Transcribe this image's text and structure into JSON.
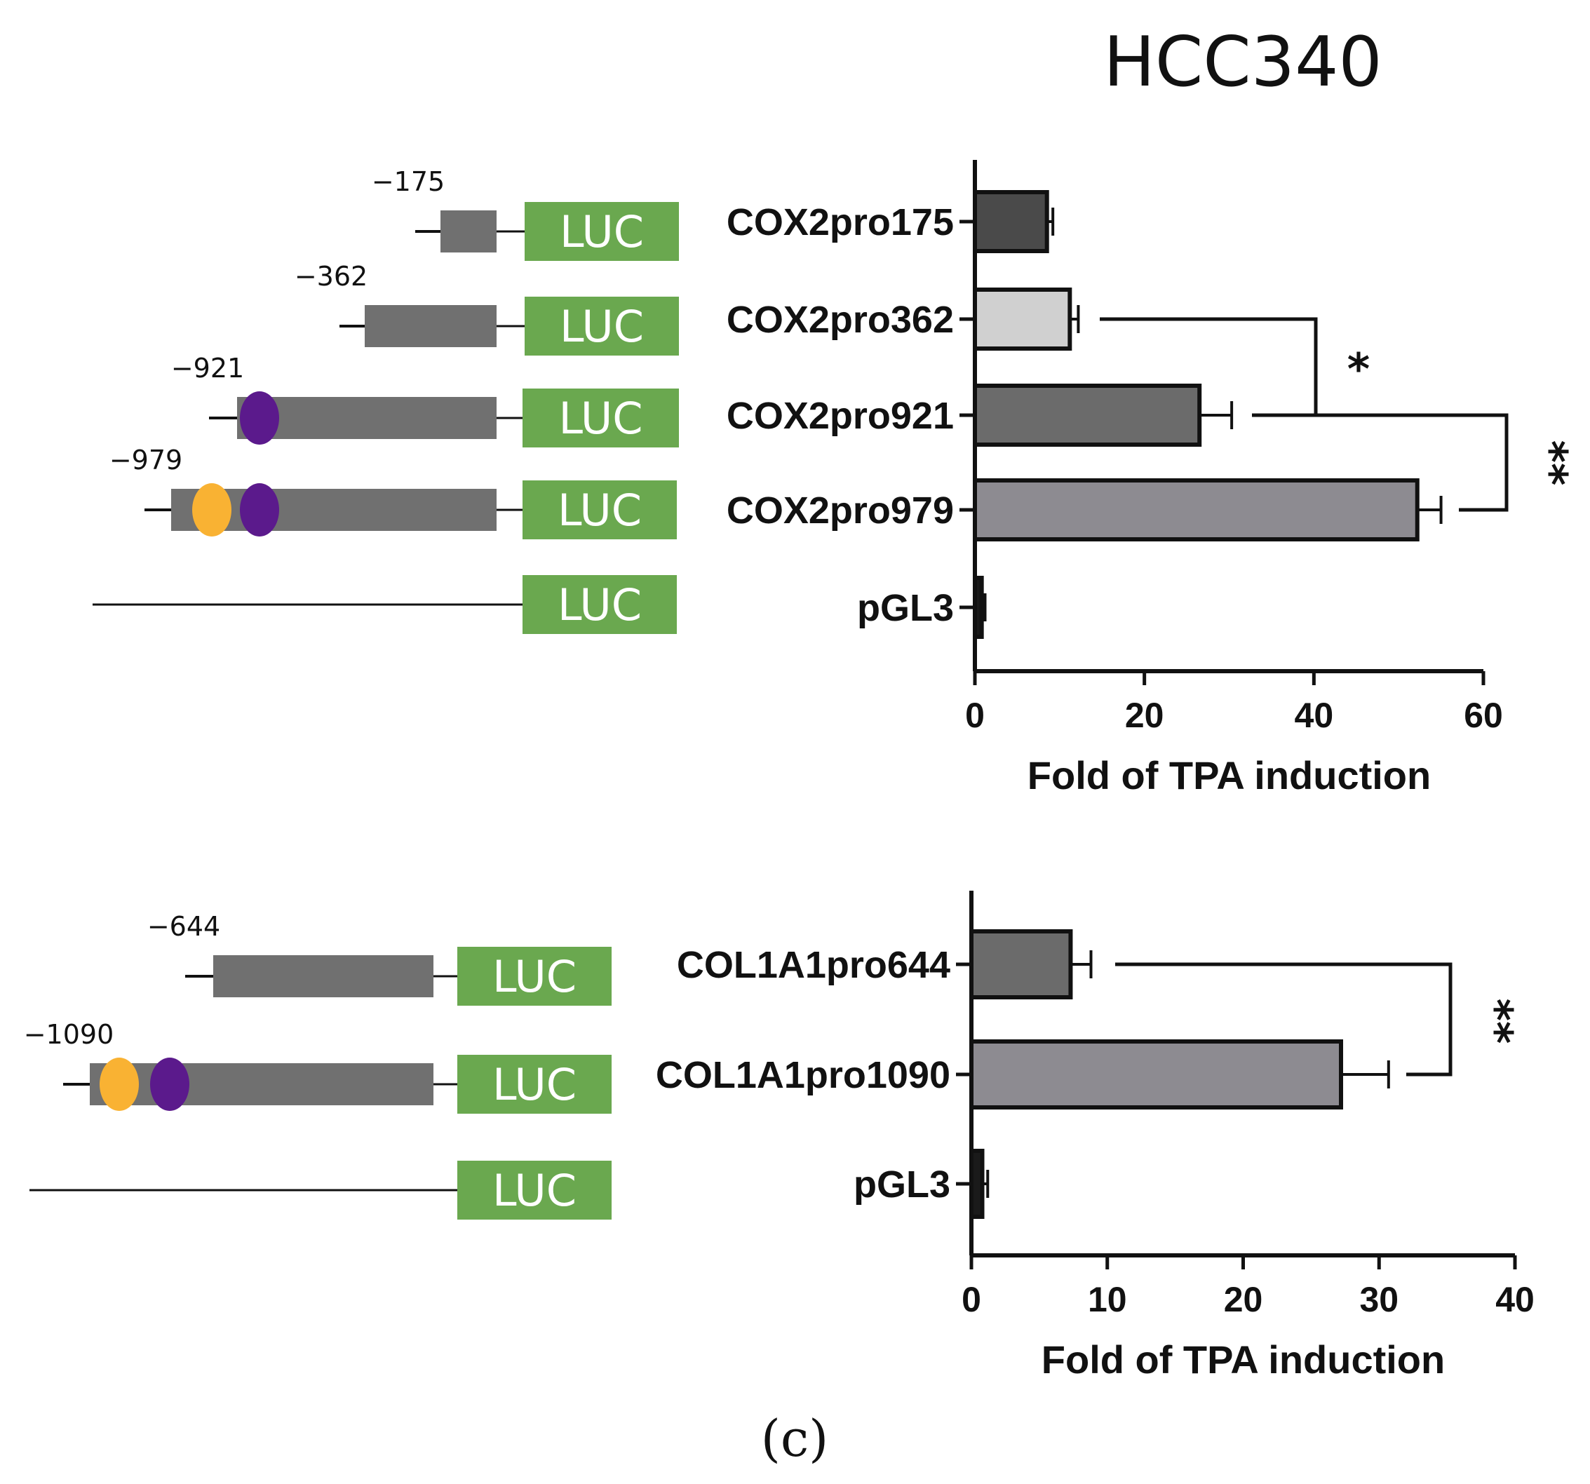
{
  "figure": {
    "title": "HCC340",
    "caption": "(c)",
    "colors": {
      "luc_box": "#6aa84f",
      "promoter_bar": "#707070",
      "site_orange": "#f9b233",
      "site_purple": "#5b1a8c"
    }
  },
  "constructs_top": [
    {
      "position": "−175",
      "box": "LUC",
      "sites": []
    },
    {
      "position": "−362",
      "box": "LUC",
      "sites": []
    },
    {
      "position": "−921",
      "box": "LUC",
      "sites": [
        "purple"
      ]
    },
    {
      "position": "−979",
      "box": "LUC",
      "sites": [
        "orange",
        "purple"
      ]
    },
    {
      "position": "",
      "box": "LUC",
      "sites": []
    }
  ],
  "constructs_bottom": [
    {
      "position": "−644",
      "box": "LUC",
      "sites": []
    },
    {
      "position": "−1090",
      "box": "LUC",
      "sites": [
        "orange",
        "purple"
      ]
    },
    {
      "position": "",
      "box": "LUC",
      "sites": []
    }
  ],
  "chart_data": [
    {
      "type": "bar",
      "orientation": "horizontal",
      "title": "HCC340",
      "categories": [
        "COX2pro175",
        "COX2pro362",
        "COX2pro921",
        "COX2pro979",
        "pGL3"
      ],
      "values": [
        8.5,
        11.2,
        26.5,
        52.2,
        0.8
      ],
      "errors": [
        0.7,
        1.0,
        3.8,
        2.8,
        0.4
      ],
      "bar_colors": [
        "#4a4a4a",
        "#d0d0d0",
        "#6b6b6b",
        "#8d8b91",
        "#1a1a1a"
      ],
      "xlabel": "Fold of TPA induction",
      "xlim": [
        0,
        60
      ],
      "xticks": [
        "0",
        "20",
        "40",
        "60"
      ],
      "significance": [
        {
          "from": "COX2pro362",
          "to": "COX2pro921",
          "label": "*"
        },
        {
          "from": "COX2pro921",
          "to": "COX2pro979",
          "label": "**"
        }
      ]
    },
    {
      "type": "bar",
      "orientation": "horizontal",
      "categories": [
        "COL1A1pro644",
        "COL1A1pro1090",
        "pGL3"
      ],
      "values": [
        7.3,
        27.2,
        0.8
      ],
      "errors": [
        1.5,
        3.5,
        0.4
      ],
      "bar_colors": [
        "#6b6b6b",
        "#8d8b91",
        "#1a1a1a"
      ],
      "xlabel": "Fold of TPA induction",
      "xlim": [
        0,
        40
      ],
      "xticks": [
        "0",
        "10",
        "20",
        "30",
        "40"
      ],
      "significance": [
        {
          "from": "COL1A1pro644",
          "to": "COL1A1pro1090",
          "label": "**"
        }
      ]
    }
  ]
}
